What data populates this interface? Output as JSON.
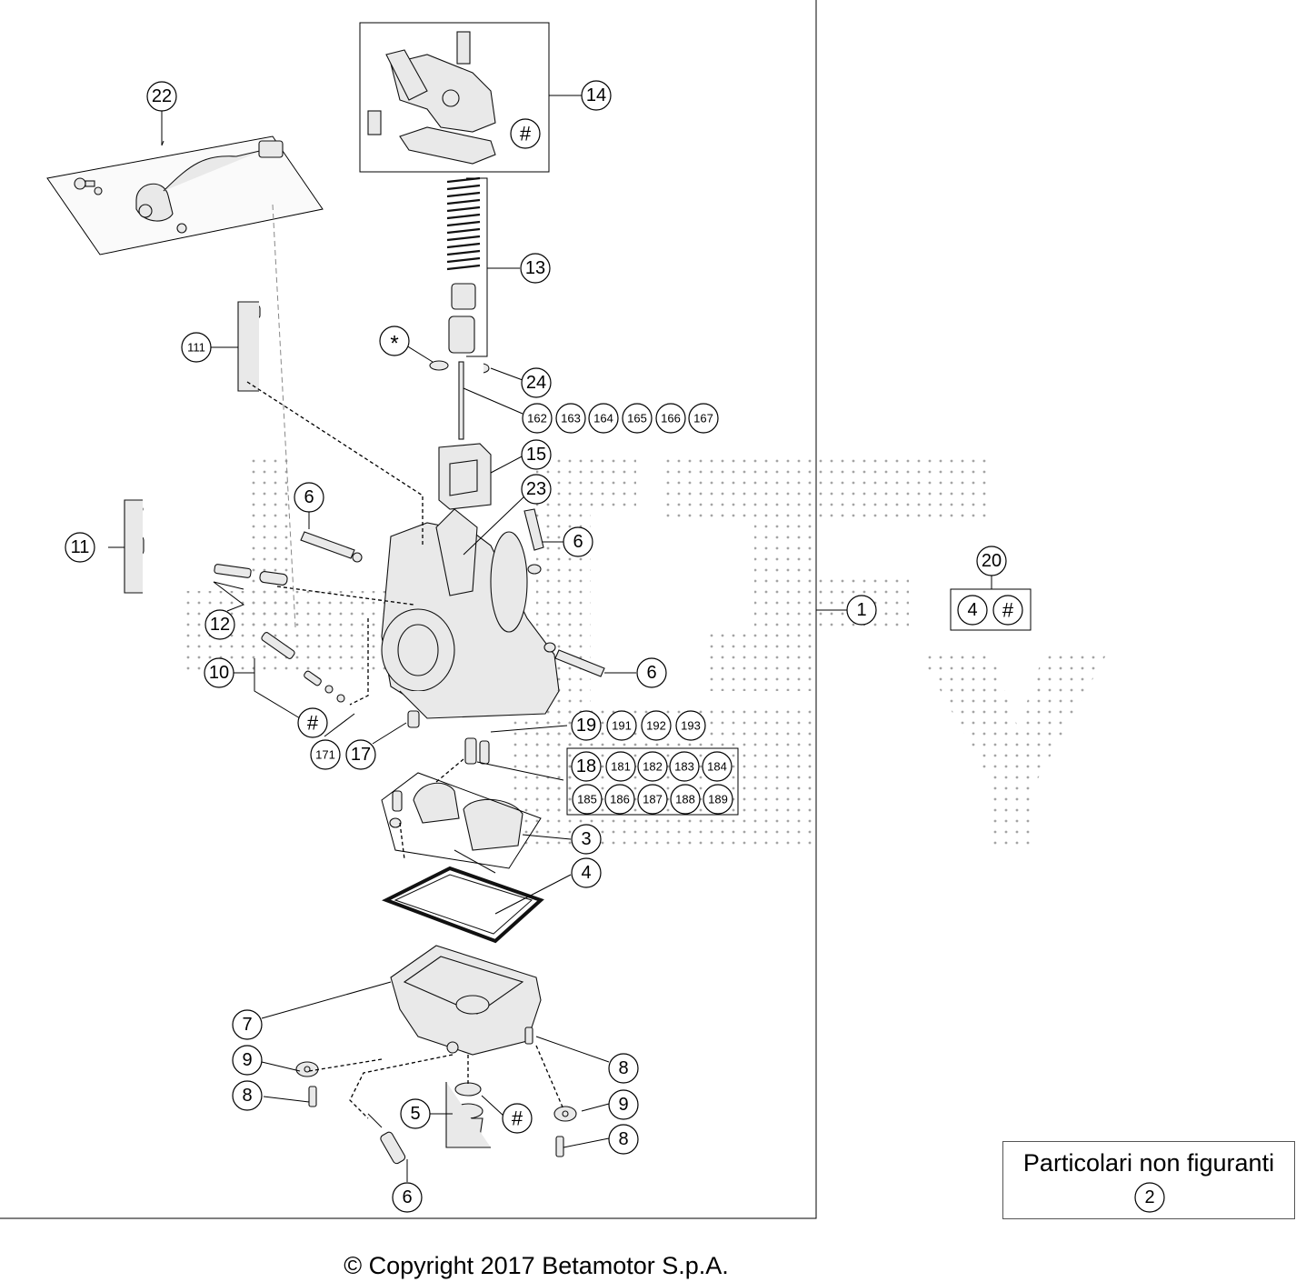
{
  "copyright": "© Copyright 2017 Betamotor S.p.A.",
  "not_shown": {
    "title": "Particolari non figuranti",
    "items": [
      "2"
    ]
  },
  "callouts": {
    "c22": "22",
    "c14": "14",
    "c14h": "#",
    "c13": "13",
    "c111": "111",
    "c_star": "*",
    "c24": "24",
    "c162": "162",
    "c163": "163",
    "c164": "164",
    "c165": "165",
    "c166": "166",
    "c167": "167",
    "c15": "15",
    "c23": "23",
    "c6a": "6",
    "c6b": "6",
    "c11": "11",
    "c20": "20",
    "c20a": "4",
    "c20b": "#",
    "c1": "1",
    "c12": "12",
    "c6c": "6",
    "c10": "10",
    "c10h": "#",
    "c171": "171",
    "c17": "17",
    "c19": "19",
    "c191": "191",
    "c192": "192",
    "c193": "193",
    "c18": "18",
    "c181": "181",
    "c182": "182",
    "c183": "183",
    "c184": "184",
    "c185": "185",
    "c186": "186",
    "c187": "187",
    "c188": "188",
    "c189": "189",
    "c3": "3",
    "c4": "4",
    "c7": "7",
    "c8a": "8",
    "c9a": "9",
    "c8b": "8",
    "c5": "5",
    "c5h": "#",
    "c9b": "9",
    "c8c": "8",
    "c6d": "6"
  }
}
